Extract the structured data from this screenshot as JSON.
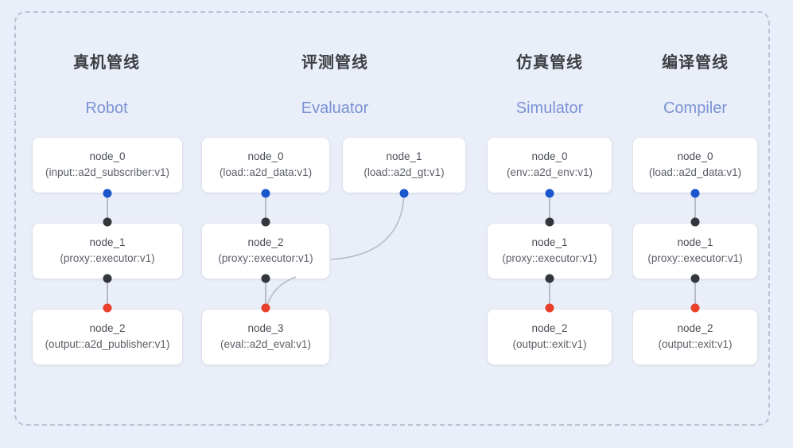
{
  "frame": {
    "border_style": "dashed",
    "border_color": "#b9c2d4",
    "background_color": "#e9eef9"
  },
  "palette": {
    "port_blue": "#1a56cc",
    "port_black": "#33363b",
    "port_red": "#e8402a",
    "edge_gray": "#b6bbc6",
    "header_cn": "#3c4043",
    "header_en": "#7b93d4",
    "node_bg": "#ffffff",
    "node_border": "#e0e3ea"
  },
  "columns": [
    {
      "id": "robot",
      "title_cn": "真机管线",
      "title_en": "Robot",
      "nodes": [
        {
          "name": "node_0",
          "type": "(input::a2d_subscriber:v1)"
        },
        {
          "name": "node_1",
          "type": "(proxy::executor:v1)"
        },
        {
          "name": "node_2",
          "type": "(output::a2d_publisher:v1)"
        }
      ]
    },
    {
      "id": "evaluator",
      "title_cn": "评测管线",
      "title_en": "Evaluator",
      "nodes": [
        {
          "name": "node_0",
          "type": "(load::a2d_data:v1)"
        },
        {
          "name": "node_1",
          "type": "(load::a2d_gt:v1)"
        },
        {
          "name": "node_2",
          "type": "(proxy::executor:v1)"
        },
        {
          "name": "node_3",
          "type": "(eval::a2d_eval:v1)"
        }
      ]
    },
    {
      "id": "simulator",
      "title_cn": "仿真管线",
      "title_en": "Simulator",
      "nodes": [
        {
          "name": "node_0",
          "type": "(env::a2d_env:v1)"
        },
        {
          "name": "node_1",
          "type": "(proxy::executor:v1)"
        },
        {
          "name": "node_2",
          "type": "(output::exit:v1)"
        }
      ]
    },
    {
      "id": "compiler",
      "title_cn": "编译管线",
      "title_en": "Compiler",
      "nodes": [
        {
          "name": "node_0",
          "type": "(load::a2d_data:v1)"
        },
        {
          "name": "node_1",
          "type": "(proxy::executor:v1)"
        },
        {
          "name": "node_2",
          "type": "(output::exit:v1)"
        }
      ]
    }
  ]
}
